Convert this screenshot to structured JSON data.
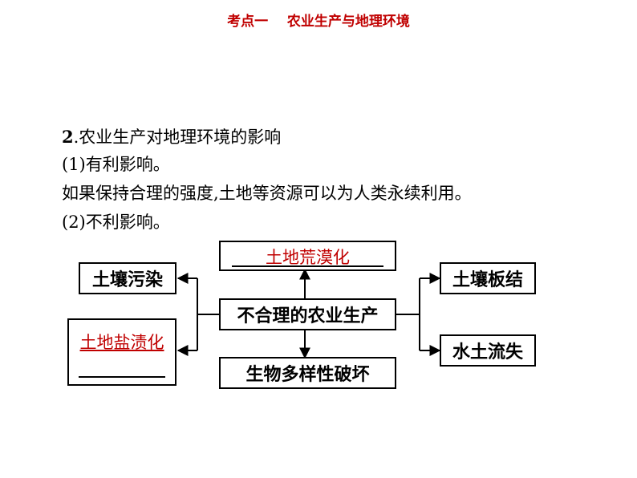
{
  "header": {
    "title": "考点一    农业生产与地理环境"
  },
  "content": {
    "section_num": "2",
    "section_title": ".农业生产对地理环境的影响",
    "item1": "(1)有利影响。",
    "item1_desc": "如果保持合理的强度,土地等资源可以为人类永续利用。",
    "item2": "(2)不利影响。"
  },
  "diagram": {
    "center": "不合理的农业生产",
    "top_answer": "土地荒漠化",
    "bottom": "生物多样性破坏",
    "left_top": "土壤污染",
    "left_bottom_answer": "土地盐渍化",
    "right_top": "土壤板结",
    "right_bottom": "水土流失"
  },
  "colors": {
    "accent": "#c00000",
    "text": "#000000"
  }
}
